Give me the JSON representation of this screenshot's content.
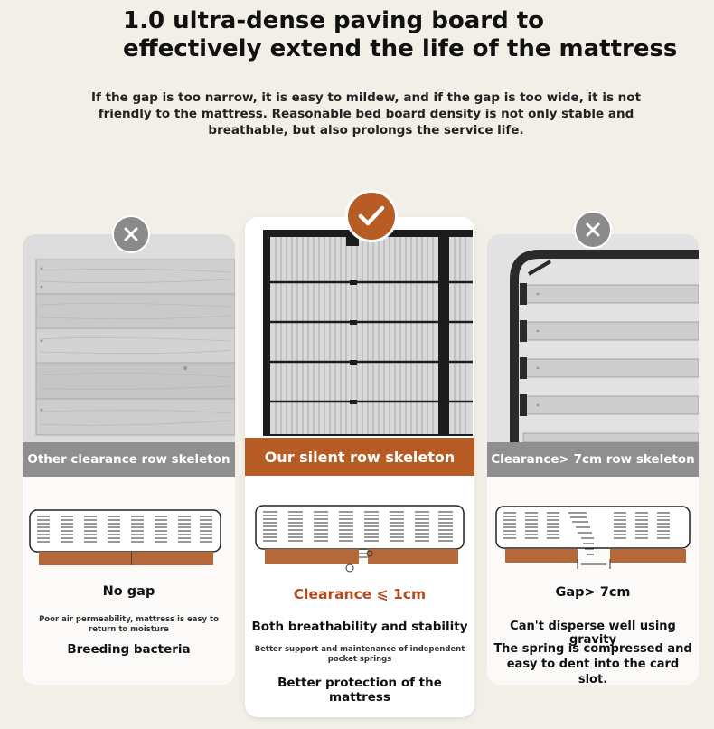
{
  "header": {
    "title": "1.0 ultra-dense paving board to effectively extend the life of the mattress",
    "subtitle": "If the gap is too narrow, it is easy to mildew, and if the gap is too wide, it is not friendly to the mattress. Reasonable bed board density is not only stable and breathable, but also prolongs the service life."
  },
  "cards": {
    "left": {
      "badge_icon": "cross-icon",
      "banner": "Other clearance row skeleton",
      "heading": "No gap",
      "detail": "Poor air permeability, mattress is easy to return to moisture",
      "note": "Breeding bacteria"
    },
    "middle": {
      "badge_icon": "check-icon",
      "banner": "Our silent row skeleton",
      "heading": "Clearance ⩽ 1cm",
      "line1": "Both breathability and stability",
      "detail": "Better support and maintenance of independent pocket springs",
      "line2": "Better protection of the mattress"
    },
    "right": {
      "badge_icon": "cross-icon",
      "banner": "Clearance> 7cm row skeleton",
      "heading": "Gap> 7cm",
      "line1": "Can't disperse well using gravity",
      "detail": "The spring is compressed and easy to dent into the card slot."
    }
  },
  "colors": {
    "accent": "#b85c26",
    "badge_gray": "#8a8a8a",
    "banner_gray": "#8f8f8f",
    "board": "#b5683a",
    "background": "#f2eee8"
  }
}
